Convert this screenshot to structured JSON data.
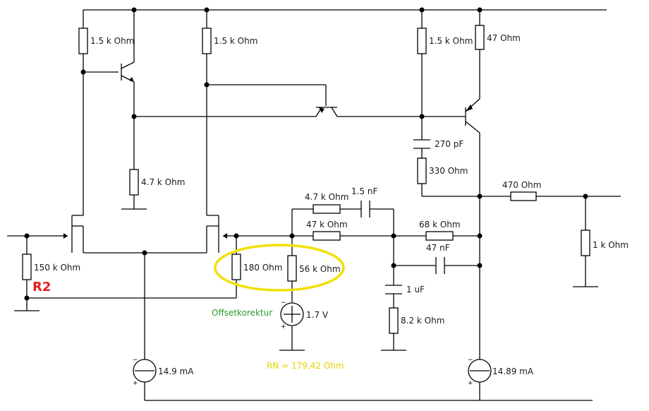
{
  "labels": {
    "r_top_left": "1.5 k Ohm",
    "r_top_mid": "1.5 k Ohm",
    "r_top_right": "1.5 k Ohm",
    "r_47": "47  Ohm",
    "c_270p": "270 pF",
    "r_330": "330  Ohm",
    "r_4k7_left": "4.7 k Ohm",
    "r_4k7_fb": "4.7 k Ohm",
    "c_1n5": "1.5 nF",
    "r_47k": "47 k Ohm",
    "r_68k": "68 k Ohm",
    "c_47n": "47 nF",
    "r_470": "470  Ohm",
    "r_1k": "1 k Ohm",
    "r_150k": "150 k Ohm",
    "r2_tag": "R2",
    "r_180": "180  Ohm",
    "r_56k": "56 k Ohm",
    "v_source": "1.7 V",
    "offset_label": "Offsetkorektur",
    "c_1u": "1 uF",
    "r_8k2": "8.2 k Ohm",
    "i_left": "14.9 mA",
    "i_right": "14.89 mA",
    "rn_note": "RN = 179,42 Ohm"
  },
  "colors": {
    "r2_tag": "#e02020",
    "offset_label": "#2a9a2a",
    "rn_note": "#e6d200",
    "highlight_ellipse": "#f0e000"
  }
}
